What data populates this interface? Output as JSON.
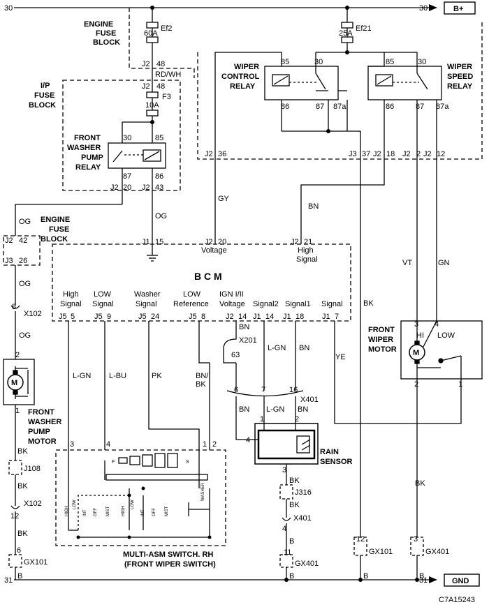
{
  "rails": {
    "top_left": "30",
    "top_right": "30",
    "bottom_left": "31",
    "bottom_right": "31",
    "bplus": "B+",
    "gnd": "GND"
  },
  "engine_fuse_block": {
    "title_1": "ENGINE",
    "title_2": "FUSE",
    "title_3": "BLOCK",
    "ef2_amp": "60A",
    "ef2_name": "Ef2",
    "ef21_amp": "25A",
    "ef21_name": "Ef21"
  },
  "ip_fuse_block": {
    "title_1": "I/P",
    "title_2": "FUSE",
    "title_3": "BLOCK",
    "f3_amp": "10A",
    "f3_name": "F3"
  },
  "connectors": {
    "j2_48_top": "J2",
    "pin_48_top": "48",
    "j2_48_bottom": "J2",
    "pin_48_bottom": "48",
    "j2_20": "J2",
    "pin_20": "20",
    "j2_43": "J2",
    "pin_43": "43",
    "j2_36": "J2",
    "pin_36": "36",
    "j3_37": "J3",
    "pin_37": "37",
    "j2_18": "J2",
    "pin_18": "18",
    "j2_2": "J2",
    "pin_2": "2",
    "j2_12": "J2",
    "pin_12": "12",
    "j2_42": "J2",
    "pin_42": "42",
    "j3_26": "J3",
    "pin_26": "26"
  },
  "wire_colors": {
    "rd_wh": "RD/WH",
    "og_1": "OG",
    "og_2": "OG",
    "og_3": "OG",
    "og_4": "OG",
    "gy": "GY",
    "bn_1": "BN",
    "bk_right": "BK",
    "vt": "VT",
    "gn": "GN",
    "l_gn_1": "L-GN",
    "l_bu": "L-BU",
    "pk": "PK",
    "bn_bk_1": "BN/",
    "bn_bk_2": "BK",
    "bn_2": "BN",
    "bn_3": "BN",
    "l_gn_2": "L-GN",
    "ye": "YE",
    "bn_4": "BN",
    "l_gn_3": "L-GN",
    "bn_5": "BN",
    "bk_motor": "BK",
    "bk_rs_1": "BK",
    "bk_rs_2": "BK",
    "b_rs": "B",
    "bk_l1": "BK",
    "bk_l2": "BK",
    "bk_l3": "BK",
    "b_l": "B",
    "b_mid": "B",
    "b_right": "B"
  },
  "relays": {
    "washer_title_1": "FRONT",
    "washer_title_2": "WASHER",
    "washer_title_3": "PUMP",
    "washer_title_4": "RELAY",
    "washer_p30": "30",
    "washer_p85": "85",
    "washer_p87": "87",
    "washer_p86": "86",
    "wc_title_1": "WIPER",
    "wc_title_2": "CONTROL",
    "wc_title_3": "RELAY",
    "wc_p85": "85",
    "wc_p30": "30",
    "wc_p86": "86",
    "wc_p87": "87",
    "wc_p87a": "87a",
    "ws_title_1": "WIPER",
    "ws_title_2": "SPEED",
    "ws_title_3": "RELAY",
    "ws_p85": "85",
    "ws_p30": "30",
    "ws_p86": "86",
    "ws_p87": "87",
    "ws_p87a": "87a"
  },
  "engine_fuse_block_2": {
    "title_1": "ENGINE",
    "title_2": "FUSE",
    "title_3": "BLOCK"
  },
  "bcm": {
    "title": "B C M",
    "j1_15": "J1",
    "pin_15": "15",
    "j2_20": "J2",
    "pin_20": "20",
    "voltage": "Voltage",
    "j2_21": "J2",
    "pin_21": "21",
    "high": "High",
    "signal_top": "Signal",
    "labels": {
      "high_1": "High",
      "high_2": "Signal",
      "low_1": "LOW",
      "low_2": "Signal",
      "washer_1": "Washer",
      "washer_2": "Signal",
      "lowref_1": "LOW",
      "lowref_2": "Reference",
      "ign_1": "IGN I/II",
      "ign_2": "Voltage",
      "signal2": "Signal2",
      "signal1": "Signal1",
      "signal": "Signal"
    },
    "pins": {
      "j5_5": "J5",
      "p5": "5",
      "j5_9": "J5",
      "p9": "9",
      "j5_24": "J5",
      "p24": "24",
      "j5_8": "J5",
      "p8": "8",
      "j2_14": "J2",
      "p14": "14",
      "j1_14": "J1",
      "p14b": "14",
      "j1_18": "J1",
      "p18": "18",
      "j1_7": "J1",
      "p7": "7"
    }
  },
  "splices": {
    "x102_top": "X102",
    "x102_top_pin": "8",
    "x102_bottom": "X102",
    "x102_bottom_pin": "12",
    "x201": "X201",
    "x201_pin": "63",
    "x401_top": "X401",
    "x401_p6": "6",
    "x401_p7": "7",
    "x401_p16": "16",
    "x401_bottom": "X401",
    "x401_bottom_pin": "4",
    "j108": "J108",
    "j316": "J316",
    "gx101_left": "GX101",
    "gx101_left_pin": "6",
    "gx401_mid": "GX401",
    "gx401_mid_pin": "11",
    "gx101_right": "GX101",
    "gx101_right_pin": "12",
    "gx401_right": "GX401",
    "gx401_right_pin": "3"
  },
  "washer_motor": {
    "title_1": "FRONT",
    "title_2": "WASHER",
    "title_3": "PUMP",
    "title_4": "MOTOR",
    "pin_top": "2",
    "pin_bottom": "1",
    "symbol": "M"
  },
  "wiper_motor": {
    "title_1": "FRONT",
    "title_2": "WIPER",
    "title_3": "MOTOR",
    "hi": "HI",
    "low": "LOW",
    "symbol": "M",
    "pin3": "3",
    "pin4": "4",
    "pin2": "2",
    "pin1": "1"
  },
  "rain_sensor": {
    "title_1": "RAIN",
    "title_2": "SENSOR",
    "pin1": "1",
    "pin2": "2",
    "pin3": "3",
    "pin4": "4"
  },
  "switch": {
    "title_1": "MULTI-ASM SWITCH. RH",
    "title_2": "(FRONT WIPER SWITCH)",
    "pin3": "3",
    "pin4": "4",
    "pin1": "1",
    "pin2": "2",
    "f": "F",
    "s": "S",
    "washer": "WASHER",
    "pos_high_1": "HIGH",
    "pos_low_1": "LOW",
    "pos_int_1": "INT",
    "pos_off_1": "OFF",
    "pos_mist_1": "MIST",
    "pos_high_2": "HIGH",
    "pos_low_2": "LOW",
    "pos_int_2": "INT",
    "pos_off_2": "OFF",
    "pos_mist_2": "MIST"
  },
  "figure_id": "C7A15243"
}
